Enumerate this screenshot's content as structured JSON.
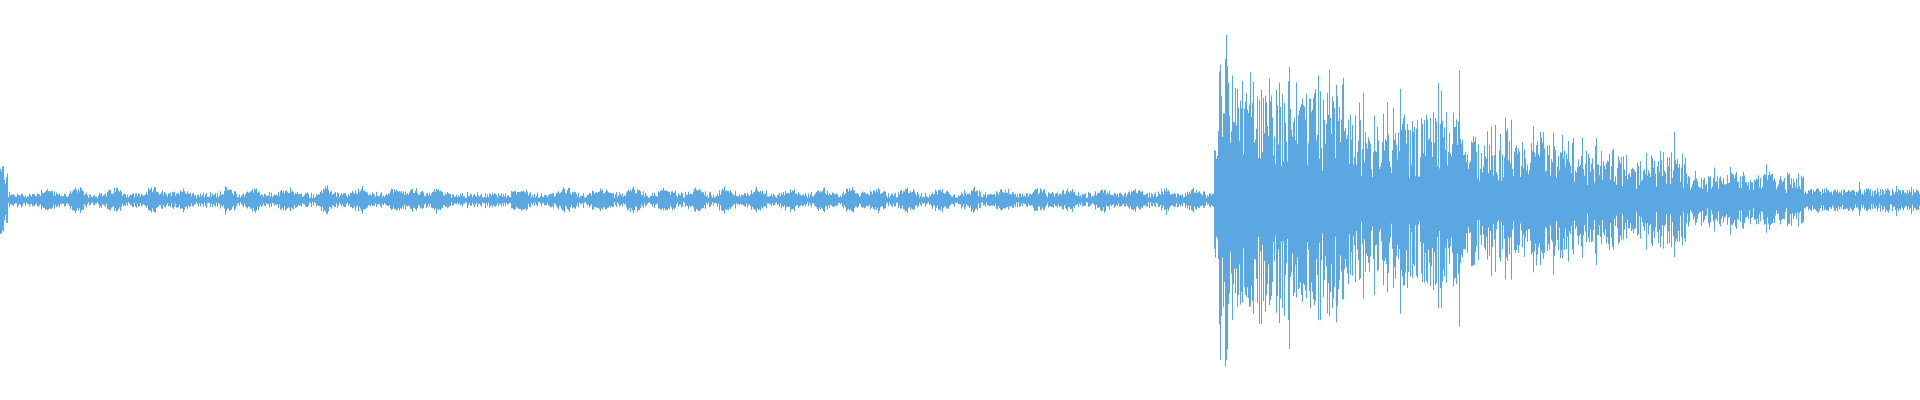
{
  "waveform": {
    "color": "#5aa7e1",
    "background": "#ffffff",
    "description_of_signal": "",
    "segments": [
      {
        "from": 0.0,
        "to": 0.004,
        "level": 0.22,
        "kind": "noise"
      },
      {
        "from": 0.004,
        "to": 0.632,
        "level": 0.045,
        "kind": "bursts"
      },
      {
        "from": 0.632,
        "to": 0.634,
        "level": 0.3,
        "kind": "noise"
      },
      {
        "from": 0.634,
        "to": 0.64,
        "level": 0.95,
        "kind": "noise"
      },
      {
        "from": 0.64,
        "to": 0.7,
        "level": 0.7,
        "kind": "noise"
      },
      {
        "from": 0.7,
        "to": 0.76,
        "level": 0.52,
        "kind": "noise"
      },
      {
        "from": 0.76,
        "to": 0.82,
        "level": 0.38,
        "kind": "noise"
      },
      {
        "from": 0.82,
        "to": 0.88,
        "level": 0.28,
        "kind": "noise"
      },
      {
        "from": 0.88,
        "to": 0.94,
        "level": 0.16,
        "kind": "noise"
      },
      {
        "from": 0.94,
        "to": 1.0,
        "level": 0.07,
        "kind": "noise"
      }
    ],
    "burst_positions": [
      0.024,
      0.04,
      0.06,
      0.08,
      0.095,
      0.118,
      0.132,
      0.15,
      0.17,
      0.188,
      0.205,
      0.215,
      0.228,
      0.271,
      0.294,
      0.312,
      0.33,
      0.347,
      0.363,
      0.378,
      0.395,
      0.412,
      0.428,
      0.443,
      0.456,
      0.473,
      0.49,
      0.506,
      0.523,
      0.54,
      0.557,
      0.574,
      0.591,
      0.607,
      0.622
    ]
  }
}
